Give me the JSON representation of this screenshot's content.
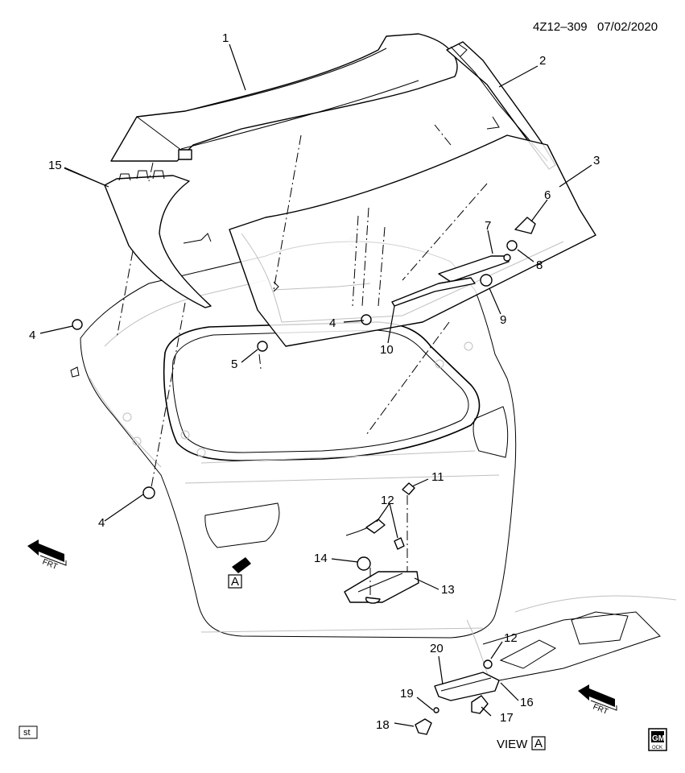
{
  "header": {
    "drawing_id": "4Z12–309",
    "date": "07/02/2020"
  },
  "callouts": [
    "1",
    "2",
    "3",
    "4",
    "4",
    "4",
    "5",
    "6",
    "7",
    "8",
    "9",
    "10",
    "11",
    "12",
    "12",
    "13",
    "14",
    "15",
    "16",
    "17",
    "18",
    "19",
    "20"
  ],
  "box_label_st": "st",
  "view_label": {
    "word": "VIEW",
    "letter": "A"
  },
  "view_marker_letter": "A",
  "front_arrow_text": "FRT",
  "logo": {
    "top": "GM",
    "bottom": "OCK"
  }
}
